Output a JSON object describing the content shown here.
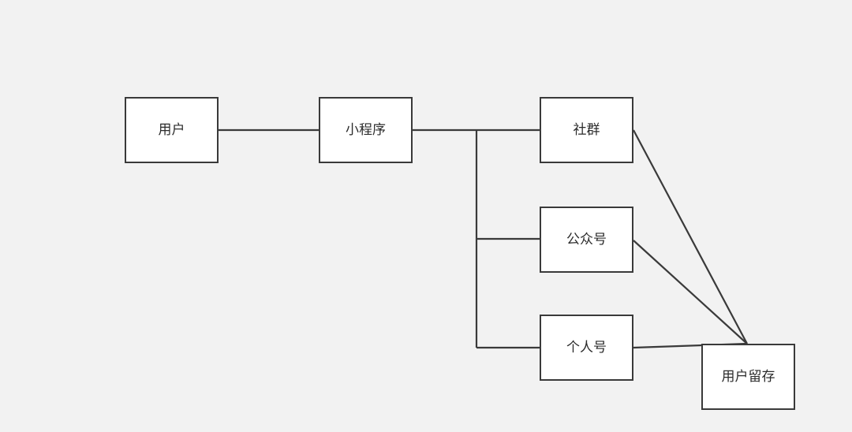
{
  "diagram": {
    "nodes": {
      "user": "用户",
      "mini_program": "小程序",
      "community": "社群",
      "official_account": "公众号",
      "personal_account": "个人号",
      "user_retention": "用户留存"
    }
  }
}
